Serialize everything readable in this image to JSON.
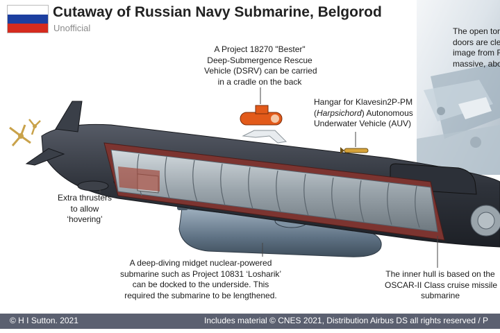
{
  "header": {
    "title": "Cutaway of Russian Navy Submarine, Belgorod",
    "subtitle": "Unofficial",
    "flag_colors": [
      "#ffffff",
      "#1c3fa0",
      "#d52b1e"
    ]
  },
  "annotations": {
    "dsrv": [
      "A Project 18270 \"Bester\"",
      "Deep-Submergence Rescue",
      "Vehicle (DSRV) can be carried",
      "in a cradle on the back"
    ],
    "hangar": {
      "line1": "Hangar for Klavesin2P-PM",
      "line2_pre": "(",
      "line2_italic": "Harpsichord",
      "line2_post": ") Autonomous",
      "line3": "Underwater Vehicle (AUV)"
    },
    "thrusters": [
      "Extra thrusters",
      "to allow",
      "‘hovering’"
    ],
    "midget": [
      "A deep-diving midget nuclear-powered",
      "submarine such as Project 10831 ‘Losharik’",
      "can be docked to the underside. This",
      "required the submarine to be lengthened."
    ],
    "inner_hull": [
      "The inner hull is based on the",
      "OSCAR-II Class cruise missile",
      "submarine"
    ],
    "photo_caption": [
      "The open torp",
      "doors are clea",
      "image from Fo",
      "massive, abou"
    ]
  },
  "footer": {
    "credit": "© H I Sutton. 2021",
    "material": "Includes material © CNES 2021, Distribution Airbus DS all rights reserved / P"
  },
  "colors": {
    "hull_dark": "#2b2f38",
    "hull_mid": "#4a4f5a",
    "cutaway_red": "#8b3a33",
    "pressure_hull": "#a9b2b8",
    "midget_sub": "#6f8192",
    "dsrv_orange": "#e25a1a",
    "footer_bg": "#5b6070"
  }
}
